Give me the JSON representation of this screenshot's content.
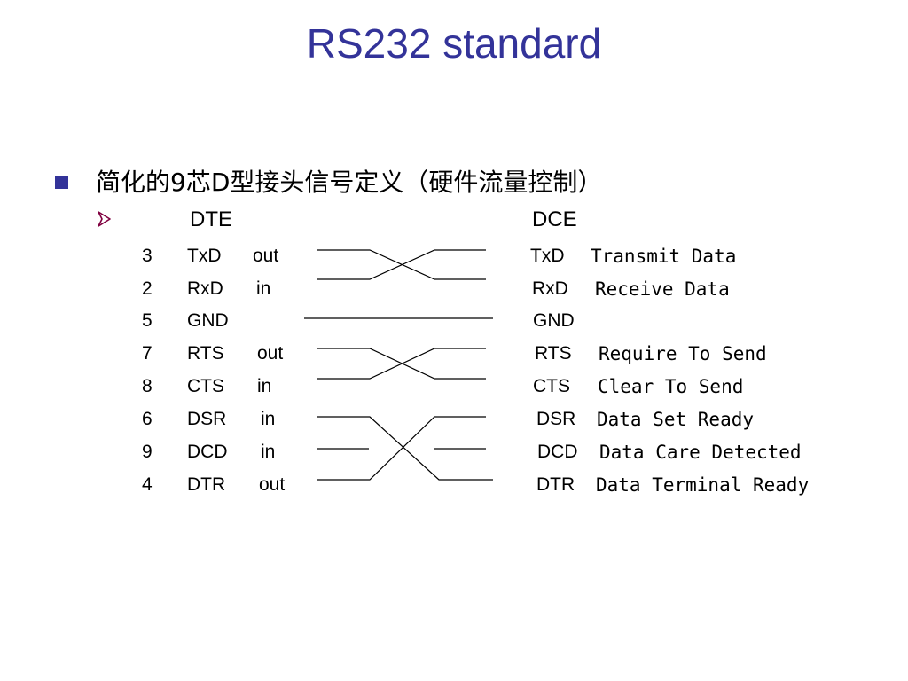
{
  "title": "RS232 standard",
  "heading": "简化的9芯D型接头信号定义（硬件流量控制）",
  "col_dte": "DTE",
  "col_dce": "DCE",
  "rows": [
    {
      "pin": "3",
      "dte": "TxD",
      "dir": "out",
      "dce": "TxD",
      "desc": "Transmit Data"
    },
    {
      "pin": "2",
      "dte": "RxD",
      "dir": "in",
      "dce": "RxD",
      "desc": "Receive Data"
    },
    {
      "pin": "5",
      "dte": "GND",
      "dir": "",
      "dce": "GND",
      "desc": ""
    },
    {
      "pin": "7",
      "dte": "RTS",
      "dir": "out",
      "dce": "RTS",
      "desc": "Require To Send"
    },
    {
      "pin": "8",
      "dte": "CTS",
      "dir": "in",
      "dce": "CTS",
      "desc": "Clear To Send"
    },
    {
      "pin": "6",
      "dte": "DSR",
      "dir": "in",
      "dce": "DSR",
      "desc": "Data Set Ready"
    },
    {
      "pin": "9",
      "dte": "DCD",
      "dir": "in",
      "dce": "DCD",
      "desc": "Data Care Detected"
    },
    {
      "pin": "4",
      "dte": "DTR",
      "dir": "out",
      "dce": "DTR",
      "desc": "Data Terminal Ready"
    }
  ],
  "colors": {
    "title": "#333399",
    "bullet": "#333399",
    "arrow_bullet": "#800040"
  }
}
